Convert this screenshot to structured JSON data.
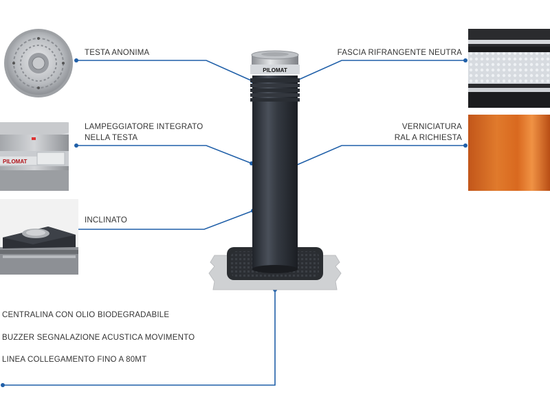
{
  "callouts": {
    "testa_anonima": "TESTA ANONIMA",
    "lampeggiatore_line1": "LAMPEGGIATORE INTEGRATO",
    "lampeggiatore_line2": "NELLA TESTA",
    "inclinato": "INCLINATO",
    "fascia": "FASCIA RIFRANGENTE NEUTRA",
    "verniciatura_line1": "VERNICIATURA",
    "verniciatura_line2": "RAL A RICHIESTA"
  },
  "features": [
    "CENTRALINA CON OLIO BIODEGRADABILE",
    "BUZZER SEGNALAZIONE ACUSTICA MOVIMENTO",
    "LINEA COLLEGAMENTO FINO A 80MT"
  ],
  "branding": {
    "logo_text": "PILOMAT"
  },
  "colors": {
    "leader_line": "#1f5fa8",
    "bollard_body": "#2b3038",
    "paint_sample": "#d9691f",
    "base_plate": "#cfd1d3"
  }
}
